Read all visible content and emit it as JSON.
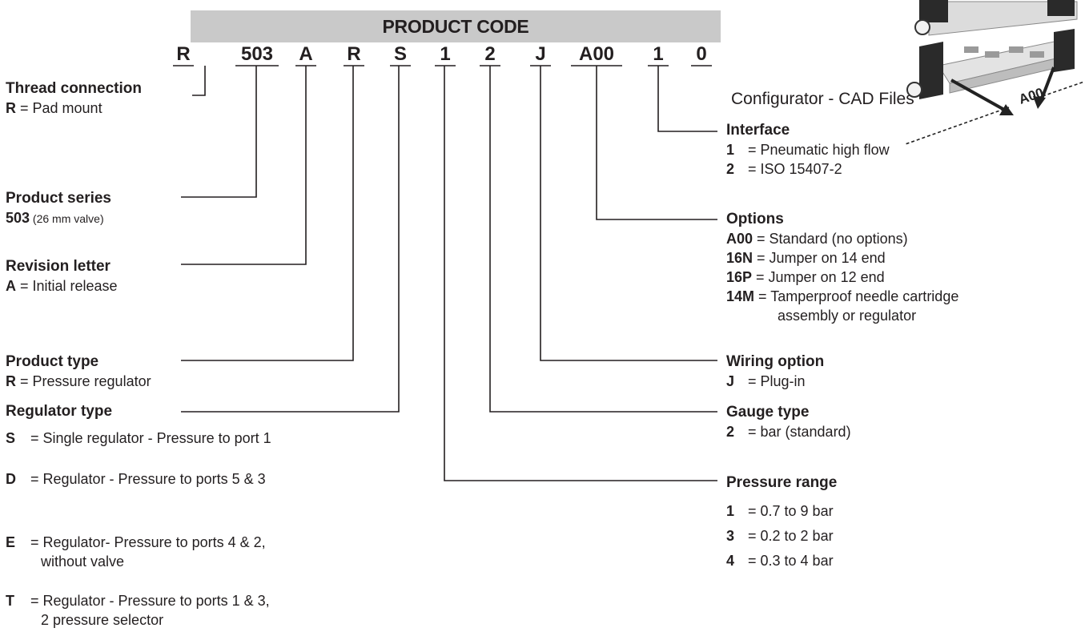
{
  "header": {
    "title": "PRODUCT CODE"
  },
  "code_segments": [
    "R",
    "503",
    "A",
    "R",
    "S",
    "1",
    "2",
    "J",
    "A00",
    "1",
    "0"
  ],
  "configurator_link": "Configurator - CAD Files",
  "illustration_label": "A00",
  "left_groups": {
    "thread": {
      "title": "Thread connection",
      "entries": [
        {
          "key": "R",
          "text": " = Pad mount"
        }
      ]
    },
    "series": {
      "title": "Product series",
      "entries": [
        {
          "key": "503",
          "text": " (26 mm valve)"
        }
      ]
    },
    "revision": {
      "title": "Revision letter",
      "entries": [
        {
          "key": "A",
          "text": " = Initial release"
        }
      ]
    },
    "product_type": {
      "title": "Product type",
      "entries": [
        {
          "key": "R",
          "text": " = Pressure regulator"
        }
      ]
    },
    "regulator_type": {
      "title": "Regulator type",
      "entries": [
        {
          "key": "S",
          "text": "= Single regulator - Pressure to port 1"
        },
        {
          "key": "D",
          "text": "= Regulator - Pressure to ports 5 & 3"
        },
        {
          "key": "E",
          "text": "= Regulator- Pressure to ports 4 & 2,",
          "cont": "without valve"
        },
        {
          "key": "T",
          "text": "= Regulator - Pressure to ports 1 & 3,",
          "cont": "2 pressure selector"
        }
      ]
    }
  },
  "right_groups": {
    "interface": {
      "title": "Interface",
      "entries": [
        {
          "key": "1",
          "text": "= Pneumatic high flow"
        },
        {
          "key": "2",
          "text": "= ISO 15407-2"
        }
      ]
    },
    "options": {
      "title": "Options",
      "entries": [
        {
          "key": "A00",
          "text": " = Standard (no options)"
        },
        {
          "key": "16N",
          "text": " = Jumper on 14 end"
        },
        {
          "key": "16P",
          "text": " = Jumper on 12 end"
        },
        {
          "key": "14M",
          "text": " = Tamperproof needle cartridge",
          "cont": "assembly or regulator"
        }
      ]
    },
    "wiring": {
      "title": "Wiring option",
      "entries": [
        {
          "key": "J",
          "text": "= Plug-in"
        }
      ]
    },
    "gauge": {
      "title": "Gauge type",
      "entries": [
        {
          "key": "2",
          "text": "= bar (standard)"
        }
      ]
    },
    "pressure": {
      "title": "Pressure range",
      "entries": [
        {
          "key": "1",
          "text": "= 0.7 to 9 bar"
        },
        {
          "key": "3",
          "text": "= 0.2 to 2 bar"
        },
        {
          "key": "4",
          "text": "= 0.3 to 4 bar"
        }
      ]
    }
  }
}
